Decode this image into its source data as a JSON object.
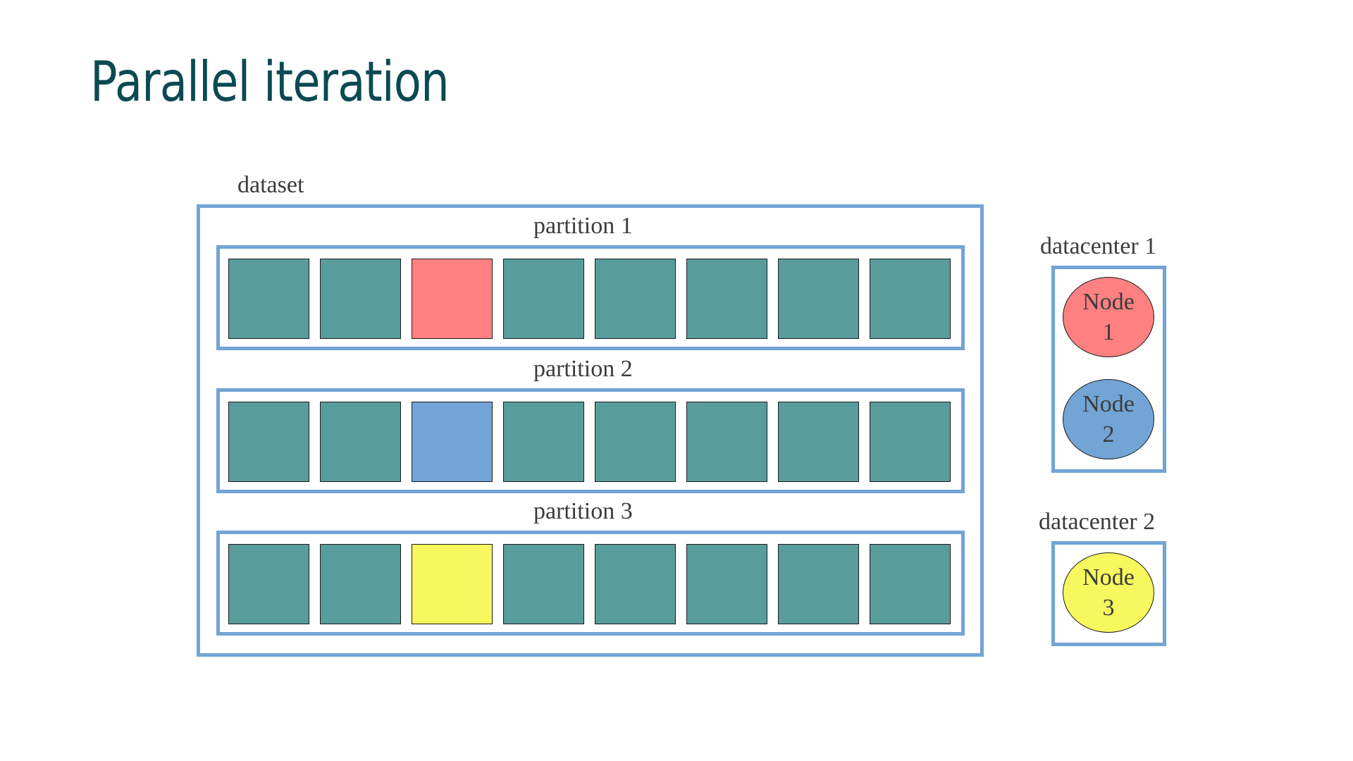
{
  "title": "Parallel iteration",
  "dataset": {
    "label": "dataset",
    "partitions": [
      {
        "label": "partition 1",
        "highlight_index": 2,
        "highlight_color": "#ff8080"
      },
      {
        "label": "partition 2",
        "highlight_index": 2,
        "highlight_color": "#72a4d6"
      },
      {
        "label": "partition 3",
        "highlight_index": 2,
        "highlight_color": "#f7f75e"
      }
    ],
    "block_color": "#589c9b"
  },
  "datacenters": [
    {
      "label": "datacenter 1",
      "nodes": [
        {
          "line1": "Node",
          "line2": "1",
          "color": "#ff8080"
        },
        {
          "line1": "Node",
          "line2": "2",
          "color": "#72a4d6"
        }
      ]
    },
    {
      "label": "datacenter 2",
      "nodes": [
        {
          "line1": "Node",
          "line2": "3",
          "color": "#f7f75e"
        }
      ]
    }
  ],
  "frame_color": "#72a4d6"
}
